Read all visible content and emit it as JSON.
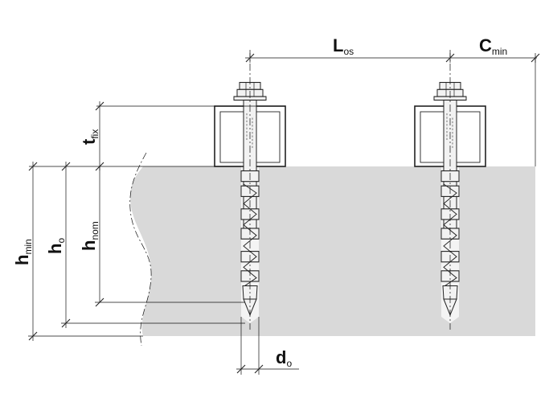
{
  "labels": {
    "l_os": {
      "main": "L",
      "sub": "os"
    },
    "c_min": {
      "main": "C",
      "sub": "min"
    },
    "t_fix": {
      "main": "t",
      "sub": "fix"
    },
    "h_nom": {
      "main": "h",
      "sub": "nom"
    },
    "h_o": {
      "main": "h",
      "sub": "o"
    },
    "h_min": {
      "main": "h",
      "sub": "min"
    },
    "d_o": {
      "main": "d",
      "sub": "o"
    }
  },
  "colors": {
    "concrete": "#d9d9d9",
    "line": "#111111",
    "bolt_fill": "#f2f2f2",
    "fixture_fill": "#ffffff"
  },
  "icons": {
    "anchor": "anchor-bolt-icon",
    "fixture": "fixture-channel-icon"
  }
}
